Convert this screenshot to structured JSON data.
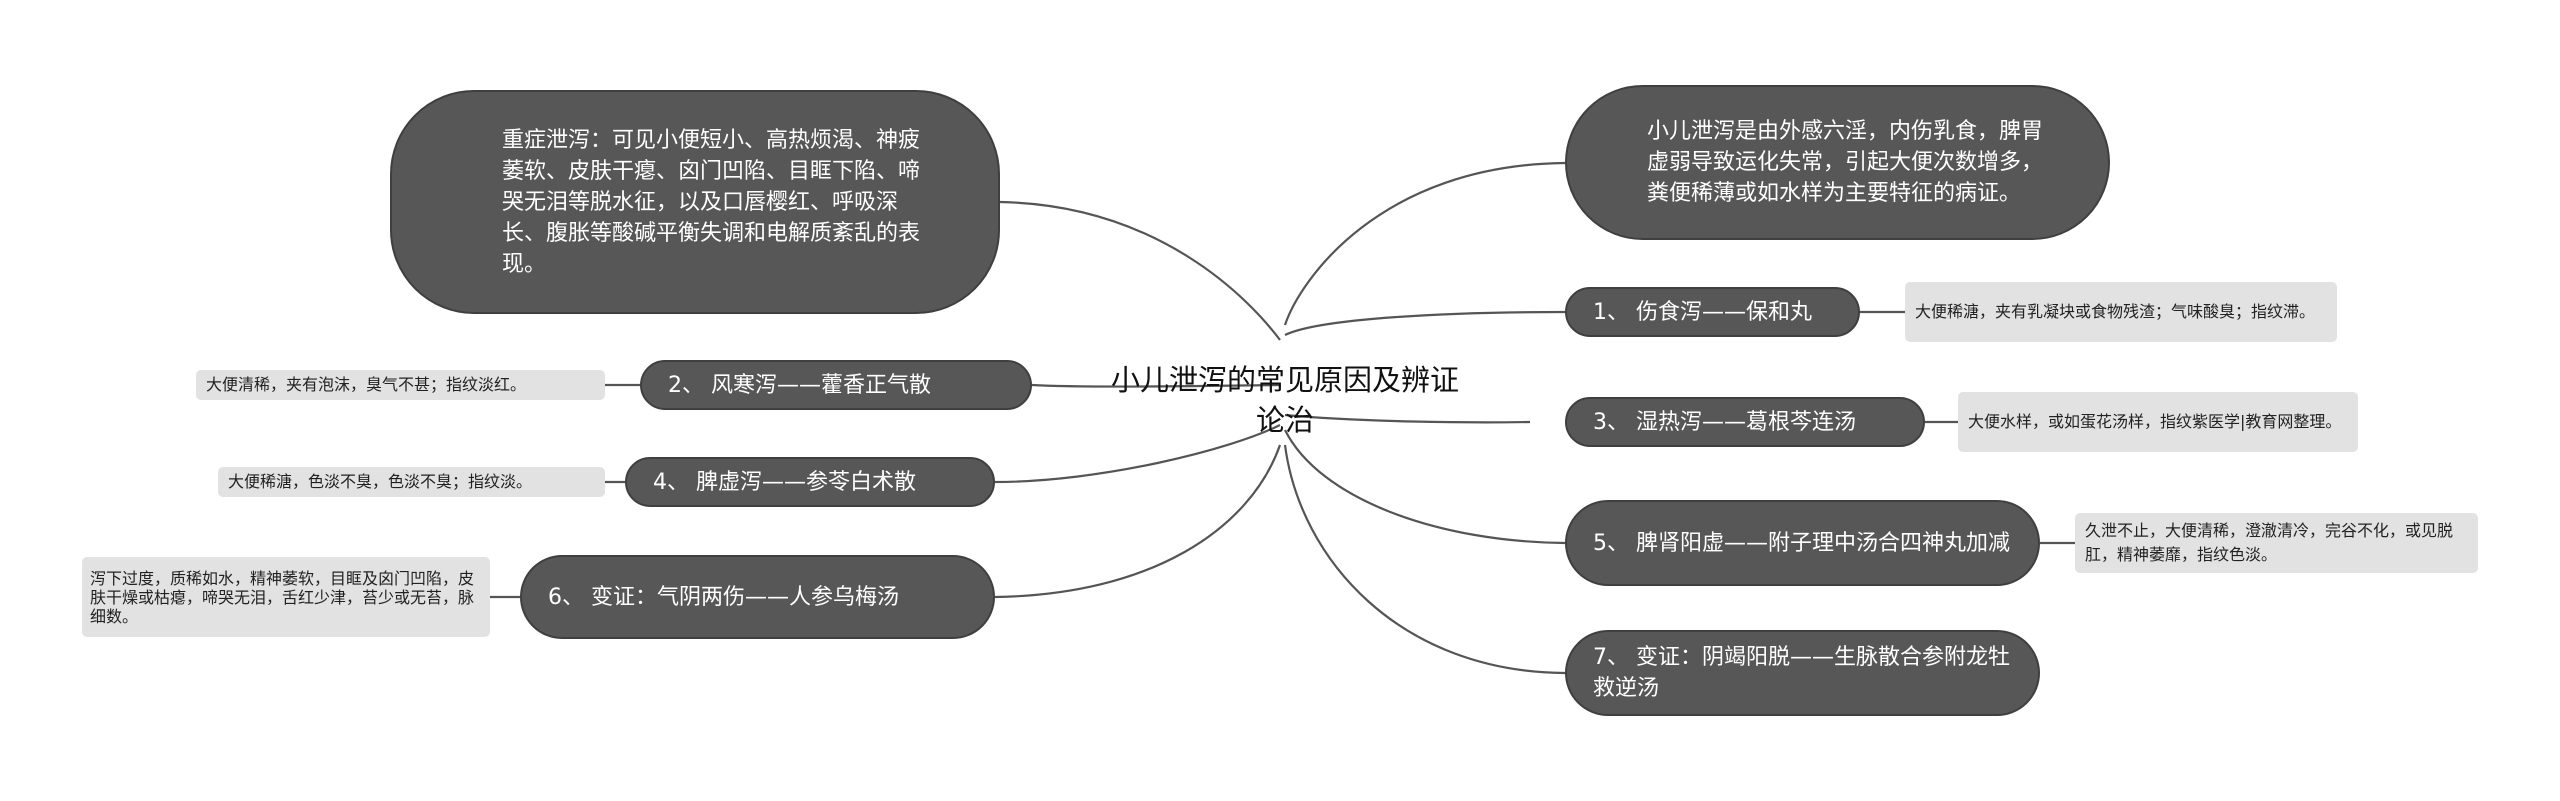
{
  "central_topic": "小儿泄泻的常见原因及辨证论治",
  "left_branches": [
    {
      "id": "severe",
      "text": "重症泄泻：可见小便短小、高热烦渴、神疲萎软、皮肤干瘪、囟门凹陷、目眶下陷、啼哭无泪等脱水征，以及口唇樱红、呼吸深长、腹胀等酸碱平衡失调和电解质紊乱的表现。"
    },
    {
      "id": "b2",
      "text": "2、 风寒泻——藿香正气散",
      "detail": "大便清稀，夹有泡沫，臭气不甚；指纹淡红。"
    },
    {
      "id": "b4",
      "text": "4、 脾虚泻——参苓白术散",
      "detail": "大便稀溏，色淡不臭，色淡不臭；指纹淡。"
    },
    {
      "id": "b6",
      "text": "6、 变证：气阴两伤——人参乌梅汤",
      "detail": "泻下过度，质稀如水，精神萎软，目眶及囟门凹陷，皮肤干燥或枯瘪，啼哭无泪，舌红少津，苔少或无苔，脉细数。"
    }
  ],
  "right_branches": [
    {
      "id": "def",
      "text": "小儿泄泻是由外感六淫，内伤乳食，脾胃虚弱导致运化失常，引起大便次数增多，粪便稀薄或如水样为主要特征的病证。"
    },
    {
      "id": "b1",
      "text": "1、 伤食泻——保和丸",
      "detail": "大便稀溏，夹有乳凝块或食物残渣；气味酸臭；指纹滞。"
    },
    {
      "id": "b3",
      "text": "3、 湿热泻——葛根芩连汤",
      "detail": "大便水样，或如蛋花汤样，指纹紫医学|教育网整理。"
    },
    {
      "id": "b5",
      "text": "5、 脾肾阳虚——附子理中汤合四神丸加减",
      "detail": "久泄不止，大便清稀，澄澈清冷，完谷不化，或见脱肛，精神萎靡，指纹色淡。"
    },
    {
      "id": "b7",
      "text": "7、 变证：阴竭阳脱——生脉散合参附龙牡救逆汤"
    }
  ],
  "colors": {
    "node_fill": "#575757",
    "leaf_fill": "#e2e2e2",
    "line": "#555555",
    "text_on_dark": "#ffffff"
  }
}
